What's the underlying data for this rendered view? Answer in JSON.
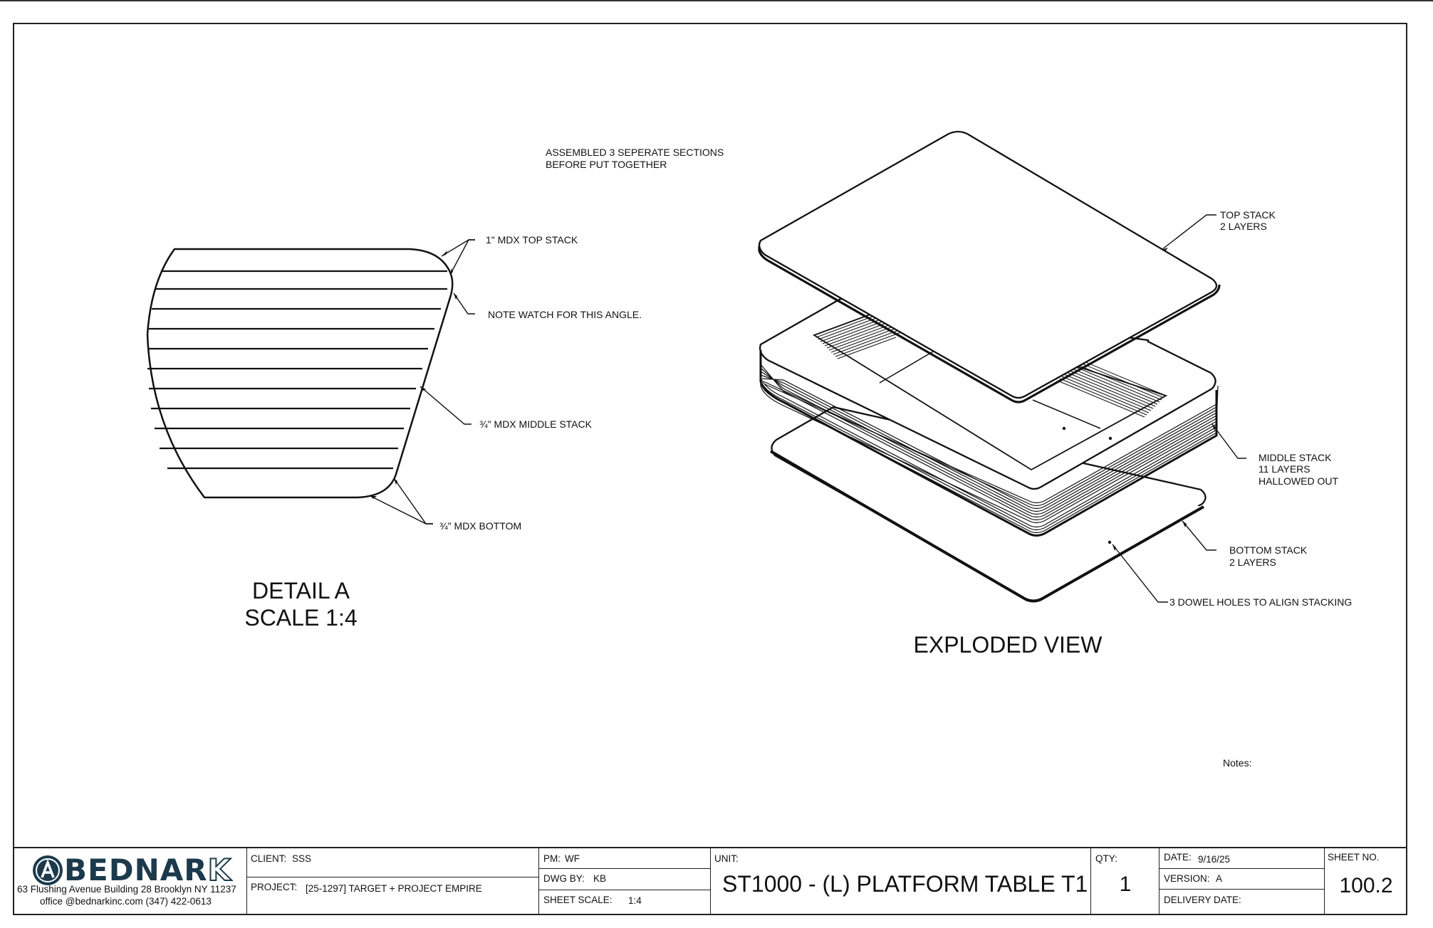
{
  "notes": {
    "assembly": [
      "ASSEMBLED 3 SEPERATE SECTIONS",
      "BEFORE PUT TOGETHER"
    ],
    "notes_label": "Notes:"
  },
  "detail": {
    "callout_top": "1\" MDX TOP STACK",
    "callout_angle": "NOTE WATCH FOR THIS ANGLE.",
    "callout_middle": "¾\" MDX MIDDLE STACK",
    "callout_bottom": "¾\" MDX BOTTOM",
    "title": "DETAIL A",
    "scale": "SCALE 1:4"
  },
  "exploded": {
    "top_stack": [
      "TOP STACK",
      "2 LAYERS"
    ],
    "middle_stack": [
      "MIDDLE STACK",
      "11 LAYERS",
      "HALLOWED OUT"
    ],
    "bottom_stack": [
      "BOTTOM STACK",
      "2 LAYERS"
    ],
    "dowel": "3 DOWEL HOLES TO ALIGN STACKING",
    "title": "EXPLODED VIEW"
  },
  "title_block": {
    "logo_text": "BEDNAR",
    "logo_k": "K",
    "address": "63 Flushing Avenue Building 28 Brooklyn NY 11237",
    "contact": "office @bednarkinc.com   (347) 422-0613",
    "client_label": "CLIENT:",
    "client": "SSS",
    "project_label": "PROJECT:",
    "project": "[25-1297] TARGET + PROJECT EMPIRE",
    "pm_label": "PM:",
    "pm": "WF",
    "dwg_label": "DWG BY:",
    "dwg": "KB",
    "scale_label": "SHEET SCALE:",
    "scale": "1:4",
    "unit_label": "UNIT:",
    "unit": "ST1000 - (L) PLATFORM TABLE T1",
    "qty_label": "QTY:",
    "qty": "1",
    "date_label": "DATE:",
    "date": "9/16/25",
    "version_label": "VERSION:",
    "version": "A",
    "delivery_label": "DELIVERY DATE:",
    "delivery": "",
    "sheet_label": "SHEET NO.",
    "sheet": "100.2"
  }
}
